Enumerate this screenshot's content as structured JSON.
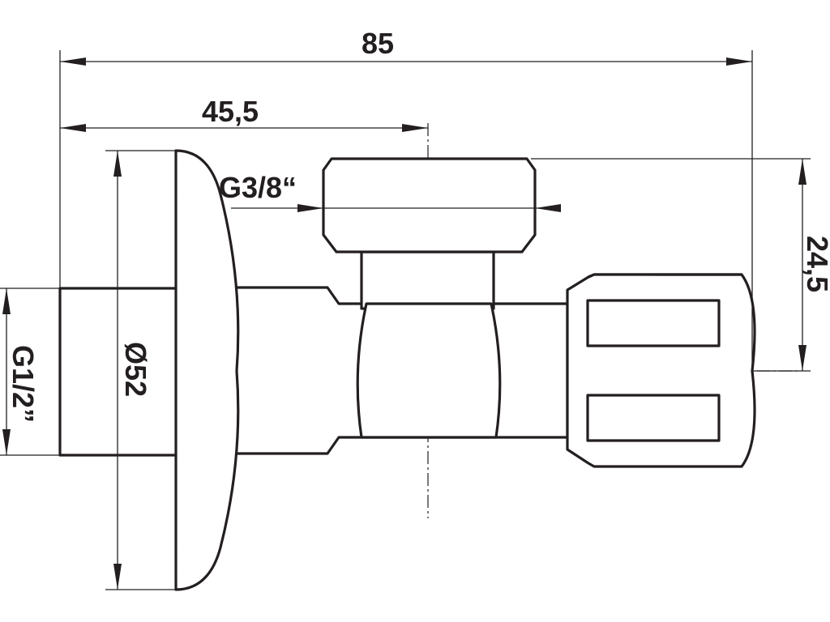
{
  "drawing": {
    "line_color": "#231f20",
    "background": "#ffffff",
    "dimensions": {
      "overall_length": "85",
      "axis_offset": "45,5",
      "outlet_thread": "G3/8“",
      "flange_diameter": "Ø52",
      "outlet_height": "24,5",
      "inlet_thread": "G1/2”"
    }
  }
}
